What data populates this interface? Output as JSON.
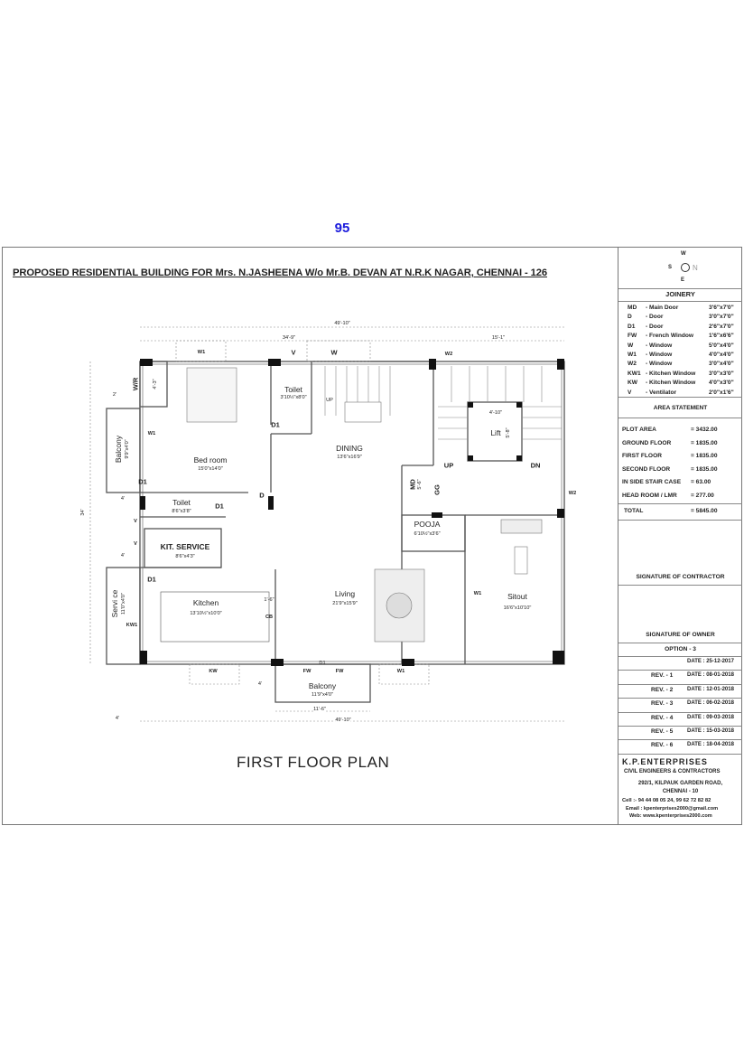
{
  "page_number": "95",
  "title": "PROPOSED  RESIDENTIAL  BUILDING   FOR Mrs. N.JASHEENA W/o Mr.B. DEVAN  AT N.R.K  NAGAR, CHENNAI - 126",
  "plan_title": "FIRST  FLOOR  PLAN",
  "compass": {
    "n": "N",
    "s": "S",
    "e": "E",
    "w": "W"
  },
  "joinery": {
    "header": "JOINERY",
    "rows": [
      {
        "code": "MD",
        "name": "- Main Door",
        "size": "3'6\"x7'0\""
      },
      {
        "code": "D",
        "name": "- Door",
        "size": "3'0\"x7'0\""
      },
      {
        "code": "D1",
        "name": "- Door",
        "size": "2'6\"x7'0\""
      },
      {
        "code": "FW",
        "name": "- French Window",
        "size": "1'6\"x6'6\""
      },
      {
        "code": "W",
        "name": "- Window",
        "size": "5'0\"x4'0\""
      },
      {
        "code": "W1",
        "name": "- Window",
        "size": "4'0\"x4'0\""
      },
      {
        "code": "W2",
        "name": "- Window",
        "size": "3'0\"x4'0\""
      },
      {
        "code": "KW1",
        "name": "- Kitchen Window",
        "size": "3'0\"x3'0\""
      },
      {
        "code": "KW",
        "name": "- Kitchen Window",
        "size": "4'0\"x3'0\""
      },
      {
        "code": "V",
        "name": "- Ventilator",
        "size": "2'0\"x1'6\""
      }
    ]
  },
  "area": {
    "header": "AREA  STATEMENT",
    "rows": [
      {
        "label": "PLOT AREA",
        "value": "=   3432.00"
      },
      {
        "label": "GROUND FLOOR",
        "value": "=   1835.00"
      },
      {
        "label": "FIRST  FLOOR",
        "value": "=   1835.00"
      },
      {
        "label": "SECOND  FLOOR",
        "value": "=   1835.00"
      },
      {
        "label": "IN SIDE STAIR CASE",
        "value": "=     63.00"
      },
      {
        "label": "HEAD  ROOM / LMR",
        "value": "=    277.00"
      }
    ],
    "total_label": "TOTAL",
    "total_value": "=   5845.00"
  },
  "signatures": {
    "contractor": "SIGNATURE OF CONTRACTOR",
    "owner": "SIGNATURE OF OWNER"
  },
  "option": "OPTION - 3",
  "revisions": [
    {
      "rev": "",
      "date": "DATE : 25-12-2017"
    },
    {
      "rev": "REV. - 1",
      "date": "DATE : 08-01-2018"
    },
    {
      "rev": "REV. - 2",
      "date": "DATE : 12-01-2018"
    },
    {
      "rev": "REV. - 3",
      "date": "DATE : 06-02-2018"
    },
    {
      "rev": "REV. - 4",
      "date": "DATE : 09-03-2018"
    },
    {
      "rev": "REV. - 5",
      "date": "DATE : 15-03-2018"
    },
    {
      "rev": "REV. - 6",
      "date": "DATE : 18-04-2018"
    }
  ],
  "company": {
    "name": "K.P.ENTERPRISES",
    "subtitle": "CIVIL ENGINEERS & CONTRACTORS",
    "address1": "292/1, KILPAUK GARDEN ROAD,",
    "address2": "CHENNAI - 10",
    "cell": "Cell :- 94 44 08 05 24,  99 62 72 82 82",
    "email": "Email : kpenterprises2000@gmail.com",
    "web": "Web: www.kpenterprises2000.com"
  },
  "plan": {
    "rooms": {
      "bedroom": {
        "name": "Bed room",
        "size": "15'0\"x14'0\""
      },
      "toilet1": {
        "name": "Toilet",
        "size": "3'10½\"x8'0\""
      },
      "dining": {
        "name": "DINING",
        "size": "13'6\"x16'9\""
      },
      "lift": {
        "name": "Lift",
        "size": "5'-8\""
      },
      "toilet2": {
        "name": "Toilet",
        "size": "8'6\"x3'8\""
      },
      "kit_service": {
        "name": "KIT. SERVICE",
        "size": "8'6\"x4'3\""
      },
      "service": {
        "name": "Servi ce",
        "size": "11'0\"x4'0\""
      },
      "kitchen": {
        "name": "Kitchen",
        "size": "13'10½\"x10'0\""
      },
      "living": {
        "name": "Living",
        "size": "21'9\"x15'9\""
      },
      "pooja": {
        "name": "POOJA",
        "size": "6'10½\"x3'6\""
      },
      "sitout": {
        "name": "Sitout",
        "size": "16'6\"x10'10\""
      },
      "balcony_left": {
        "name": "Balcony",
        "size": "9'9\"x4'0\""
      },
      "balcony_bottom": {
        "name": "Balcony",
        "size": "11'9\"x4'0\""
      },
      "wr": {
        "name": "W/R",
        "size": "4'-3\""
      }
    },
    "tags": {
      "w1a": "W1",
      "v1": "V",
      "w": "W",
      "w2a": "W2",
      "d1a": "D1",
      "w1b": "W1",
      "d1b": "D1",
      "d": "D",
      "up1": "UP",
      "md": "MD",
      "md_size": "5'-6\"",
      "gg": "GG",
      "up2": "UP",
      "dn": "DN",
      "w2b": "W2",
      "lift_w": "4'-10\"",
      "d1c": "D1",
      "v2": "V",
      "v3": "V",
      "d1d": "D1",
      "kw1": "KW1",
      "cb": "CB",
      "cb_size": "1'-6\"",
      "kw": "KW",
      "fw1": "FW",
      "d1e": "D1",
      "fw2": "FW",
      "w1c": "W1",
      "w1d": "W1"
    },
    "dims": {
      "overall_top": "49'-10\"",
      "top_left": "34'-9\"",
      "top_right": "15'-1\"",
      "left": "34'",
      "bottom": "49'-10\"",
      "balcony": "11'-6\"",
      "off1": "2'",
      "off2": "4'",
      "off3": "4'",
      "off4": "4'",
      "off5": "4'"
    }
  }
}
